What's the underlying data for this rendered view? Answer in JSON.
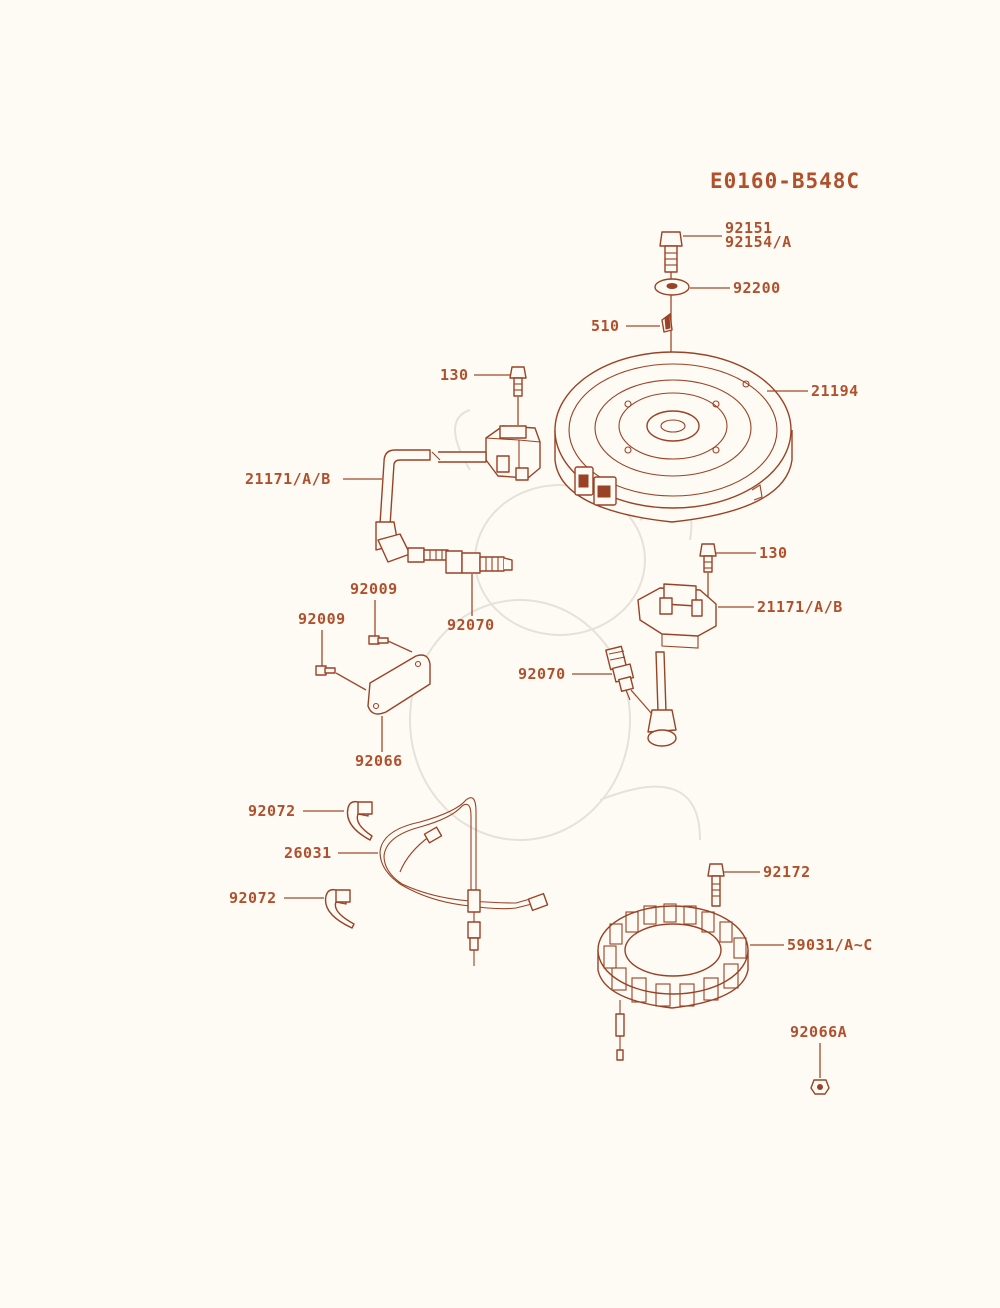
{
  "diagram_code": "E0160-B548C",
  "parts": {
    "bolt_a": "92151",
    "bolt_b": "92154/A",
    "washer": "92200",
    "key": "510",
    "screw_top": "130",
    "flywheel": "21194",
    "coil_top": "21171/A/B",
    "screw_right": "130",
    "coil_right": "21171/A/B",
    "plug_top": "92070",
    "plug_right": "92070",
    "bolt_plate_a": "92009",
    "bolt_plate_b": "92009",
    "plate": "92066",
    "clamp_top": "92072",
    "harness": "26031",
    "clamp_bottom": "92072",
    "stator_bolt": "92172",
    "stator": "59031/A~C",
    "nut": "92066A"
  }
}
